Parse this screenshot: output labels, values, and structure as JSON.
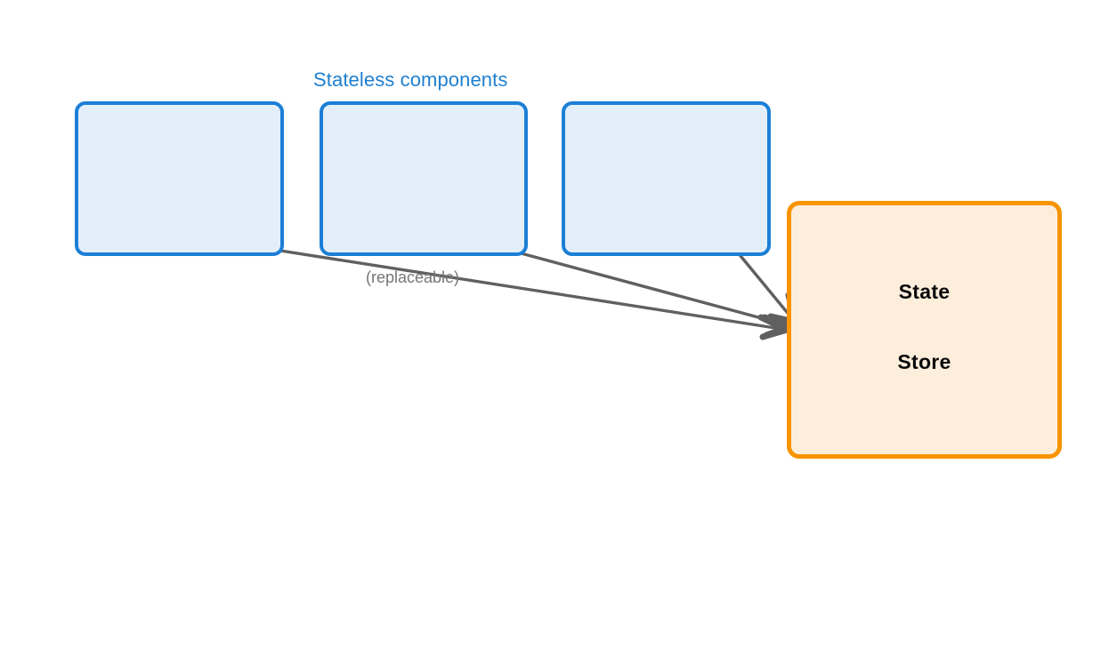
{
  "diagram": {
    "title": "Stateless components",
    "title_color": "#2080d0",
    "background": "#ffffff",
    "stateless_components": {
      "group_label": "Stateless components",
      "box_fill": "#e2effb",
      "box_border": "#1c7fd6",
      "boxes": [
        {
          "id": "component-1",
          "label": ""
        },
        {
          "id": "component-2",
          "label": ""
        },
        {
          "id": "component-3",
          "label": ""
        }
      ]
    },
    "store": {
      "line_1": "State",
      "line_2": "Store",
      "fill": "#fdeedc",
      "border": "#f79400",
      "text_color": "#0a0a0a"
    },
    "edges": {
      "note": "(replaceable)",
      "note_color": "#767676",
      "arrow_color": "#606060",
      "arrow_count": 3
    }
  }
}
